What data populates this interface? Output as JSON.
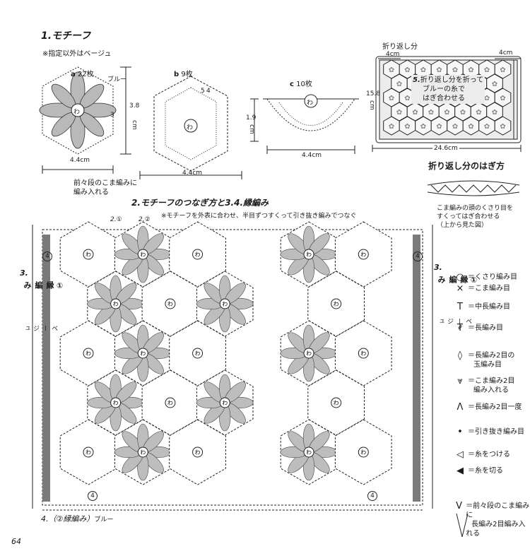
{
  "section1": {
    "title": "1.モチーフ",
    "note": "※指定以外はベージュ"
  },
  "motif_a": {
    "letter": "a",
    "count": "22枚",
    "color_label": "ブルー",
    "round_mark": "3",
    "height": "3.8",
    "height_unit": "cm",
    "width": "4.4cm",
    "note_line1": "前々段のこま編みに",
    "note_line2": "編み入れる",
    "center": "わ"
  },
  "motif_b": {
    "letter": "b",
    "count": "9枚",
    "round_marks": [
      "5",
      "4"
    ],
    "center": "わ"
  },
  "motif_c": {
    "letter": "c",
    "count": "10枚",
    "height": "1.9",
    "height_unit": "cm",
    "width": "4.4cm",
    "center": "わ"
  },
  "bag": {
    "title": "折り返し分",
    "left_width": "4cm",
    "right_width": "4cm",
    "step": "5.",
    "instr_line1": "折り返し分を折って",
    "instr_line2": "ブルーの糸で",
    "instr_line3": "はぎ合わせる",
    "height": "15.8",
    "height_unit": "cm",
    "width": "24.6cm"
  },
  "seam": {
    "title": "折り返し分のはぎ方",
    "note_line1": "こま編みの頭のくさり目を",
    "note_line2": "すくってはぎ合わせる",
    "note_line3": "（上から見た図）"
  },
  "section2": {
    "title": "2.モチーフのつなぎ方と3.4.縁編み",
    "note": "※モチーフを外表に合わせ、半目ずつすくって引き抜き編みでつなぐ",
    "join_label_1": "2.①",
    "join_label_2": "2.②",
    "left_edge_step": "3.",
    "left_edge_text": "①縁編み",
    "left_edge_color": "ベージュ",
    "right_edge_step": "3.",
    "right_edge_text": "①縁編み",
    "right_edge_color": "ベージュ",
    "bottom_edge_text": "4.（②縁編み）",
    "bottom_edge_color": "ブルー",
    "center_symbol": "わ",
    "corner_symbol": "4"
  },
  "legend": [
    {
      "icon": "chain-stitch-icon",
      "symbol": "○",
      "label": "＝くさり編み目"
    },
    {
      "icon": "single-crochet-icon",
      "symbol": "×",
      "label": "＝こま編み目"
    },
    {
      "icon": "half-double-crochet-icon",
      "symbol": "T",
      "label": "＝中長編み目"
    },
    {
      "icon": "double-crochet-icon",
      "symbol": "₮",
      "label": "＝長編み目"
    },
    {
      "icon": "dc2-bobble-icon",
      "symbol": "◊",
      "label": "＝長編み2目の",
      "label2": "玉編み目"
    },
    {
      "icon": "sc2-increase-icon",
      "symbol": "⩔",
      "label": "＝こま編み2目",
      "label2": "編み入れる"
    },
    {
      "icon": "dc2tog-icon",
      "symbol": "Λ",
      "label": "＝長編み2目一度"
    },
    {
      "icon": "slip-stitch-icon",
      "symbol": "•",
      "label": "＝引き抜き編み目"
    },
    {
      "icon": "join-yarn-icon",
      "symbol": "◁",
      "label": "＝糸をつける"
    },
    {
      "icon": "cut-yarn-icon",
      "symbol": "◀",
      "label": "＝糸を切る"
    },
    {
      "icon": "dc2-in-sc-icon",
      "symbol": "V",
      "label": "＝前々段のこま編みに",
      "label2": "長編み2目編み入れる"
    }
  ],
  "page_number": "64"
}
